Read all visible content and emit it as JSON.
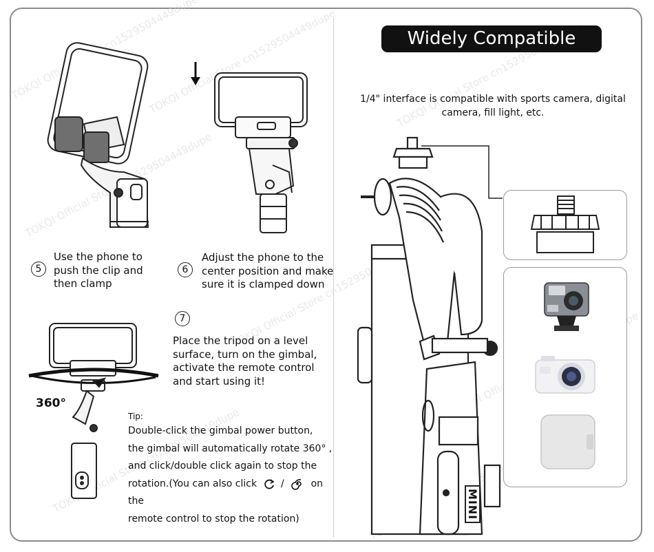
{
  "title": "Widely Compatible",
  "compat_text_line1": "1/4\" interface is compatible with sports camera, digital",
  "compat_text_line2": "camera, fill light, etc.",
  "steps": [
    {
      "number": "5",
      "line1": "Use the phone to",
      "line2": "push the clip and",
      "line3": "then clamp"
    },
    {
      "number": "6",
      "line1": "Adjust the phone to the",
      "line2": "center position and make",
      "line3": "sure it is clamped down"
    },
    {
      "number": "7",
      "line1": "Place the tripod on a level",
      "line2": "surface, turn on the gimbal,",
      "line3": "activate the remote control",
      "line4": "and start using it!"
    }
  ],
  "rotation_label": "360°",
  "tip": {
    "label": "Tip:",
    "line1": "Double-click the gimbal power button,",
    "line2": " the gimbal will automatically rotate 360° ,",
    "line3": "and click/double click again to stop the",
    "line4_pre": "rotation.(You can also click",
    "line4_sep": "/",
    "line4_post": "on the",
    "line5": "remote control to stop the rotation)"
  },
  "device_label": "MINI",
  "watermark": "TOKQI Official Store cn1529504449dupe",
  "icons": [
    "rotate-icon",
    "spiral-icon",
    "sports-camera-icon",
    "digital-camera-icon",
    "fill-light-icon"
  ]
}
